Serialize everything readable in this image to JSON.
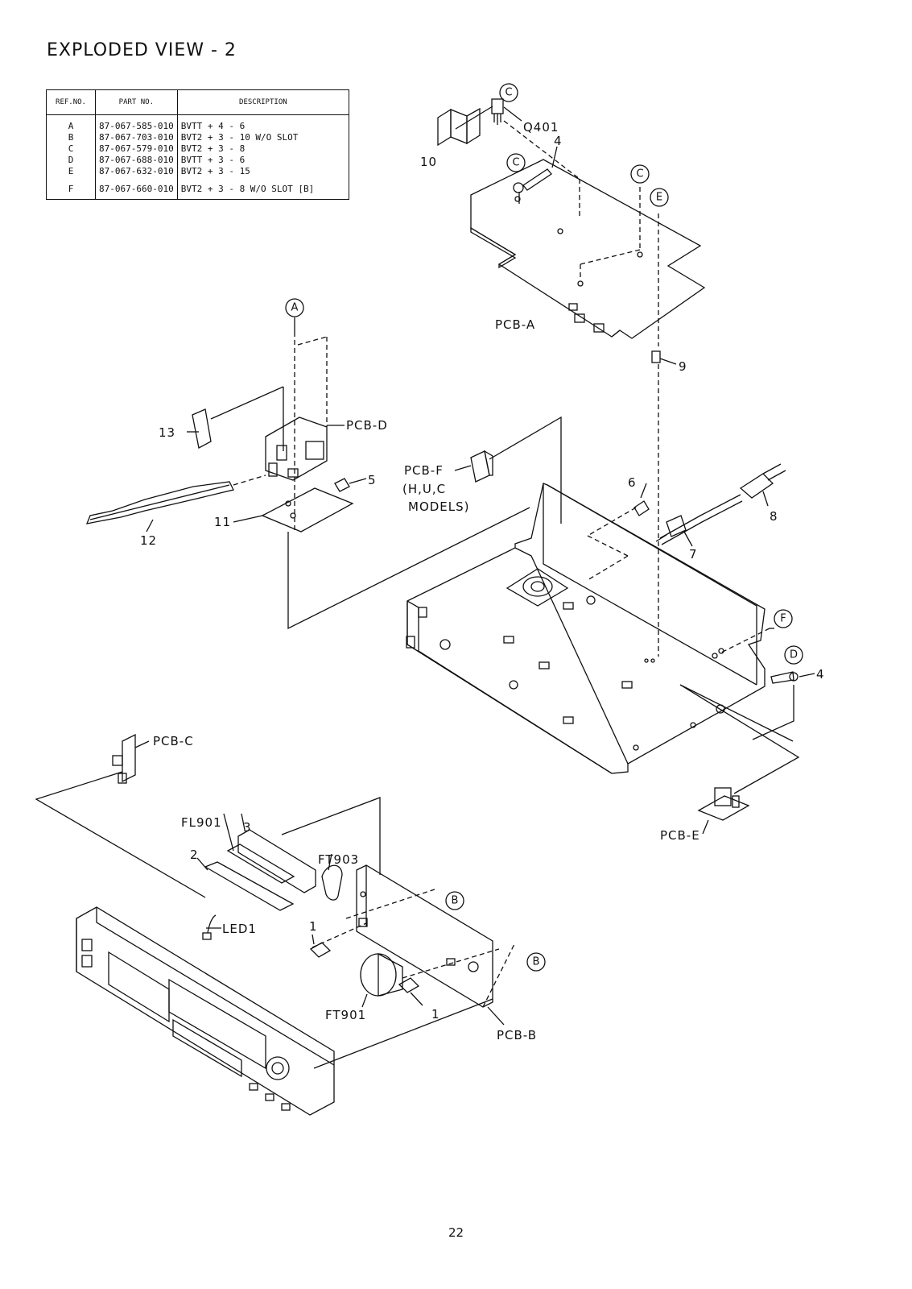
{
  "title": "EXPLODED VIEW - 2",
  "table": {
    "headers": {
      "ref": "REF.NO.",
      "part": "PART NO.",
      "desc": "DESCRIPTION"
    },
    "rows": [
      {
        "ref": "A",
        "part": "87-067-585-010",
        "desc": "BVTT + 4 - 6"
      },
      {
        "ref": "B",
        "part": "87-067-703-010",
        "desc": "BVT2 + 3 - 10 W/O SLOT"
      },
      {
        "ref": "C",
        "part": "87-067-579-010",
        "desc": "BVT2 + 3 - 8"
      },
      {
        "ref": "D",
        "part": "87-067-688-010",
        "desc": "BVTT + 3 - 6"
      },
      {
        "ref": "E",
        "part": "87-067-632-010",
        "desc": "BVT2 + 3 - 15"
      },
      {
        "ref": "F",
        "part": "87-067-660-010",
        "desc": "BVT2 + 3 - 8 W/O SLOT [B]"
      }
    ]
  },
  "callouts": {
    "c1": "C",
    "c2": "C",
    "c3": "C",
    "e": "E",
    "a": "A",
    "f": "F",
    "d": "D",
    "b1": "B",
    "b2": "B"
  },
  "labels": {
    "q401": "Q401",
    "n4_top": "4",
    "n10": "10",
    "pcb_a": "PCB-A",
    "n9": "9",
    "n13": "13",
    "pcb_d": "PCB-D",
    "n5": "5",
    "n11": "11",
    "n12": "12",
    "pcb_f": "PCB-F",
    "pcb_f_models_1": "(H,U,C",
    "pcb_f_models_2": "MODELS)",
    "n6": "6",
    "n8": "8",
    "n7": "7",
    "n4_right": "4",
    "pcb_c": "PCB-C",
    "pcb_e": "PCB-E",
    "fl901": "FL901",
    "n3": "3",
    "n2": "2",
    "ft903": "FT903",
    "led1": "LED1",
    "n1_a": "1",
    "n1_b": "1",
    "ft901": "FT901",
    "pcb_b": "PCB-B"
  },
  "page_number": "22"
}
